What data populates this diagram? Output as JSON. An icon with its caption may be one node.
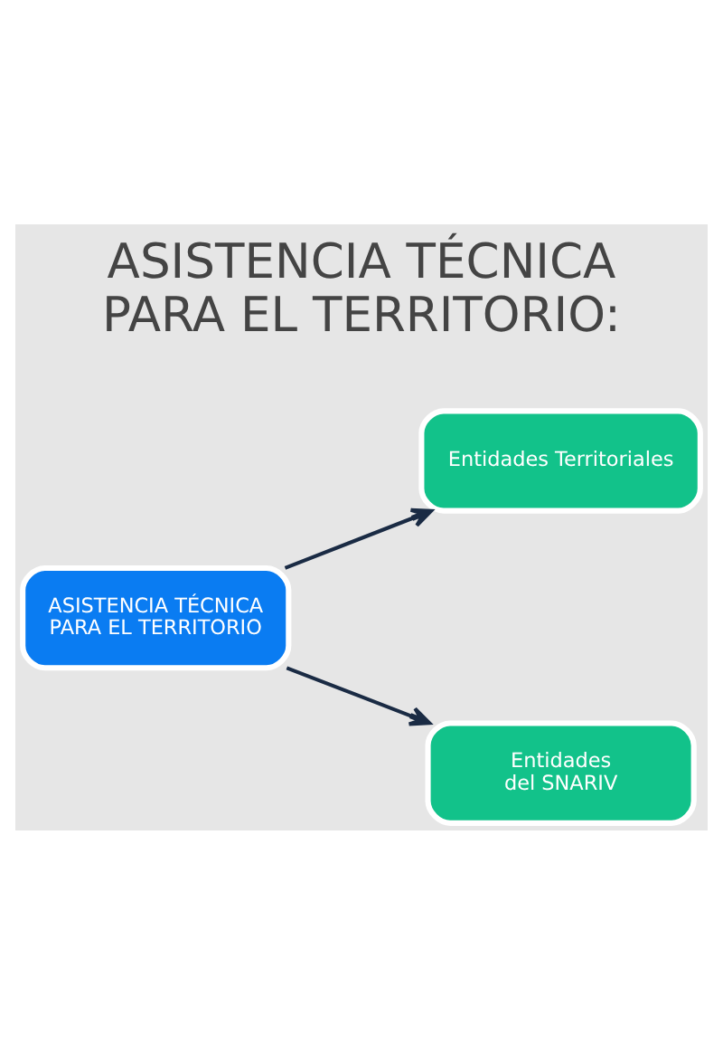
{
  "diagram": {
    "title": "ASISTENCIA TÉCNICA PARA EL TERRITORIO:",
    "nodes": [
      {
        "text": [
          "ASISTENCIA TÉCNICA PARA EL TERRITORIO"
        ]
      },
      {
        "text": [
          "Entidades Territoriales"
        ]
      },
      {
        "text": [
          "Entidades del SNARIV"
        ]
      }
    ],
    "edges": [
      {
        "from": 0,
        "to": 1,
        "arrow": "to"
      },
      {
        "from": 0,
        "to": 2,
        "arrow": "to"
      }
    ]
  }
}
